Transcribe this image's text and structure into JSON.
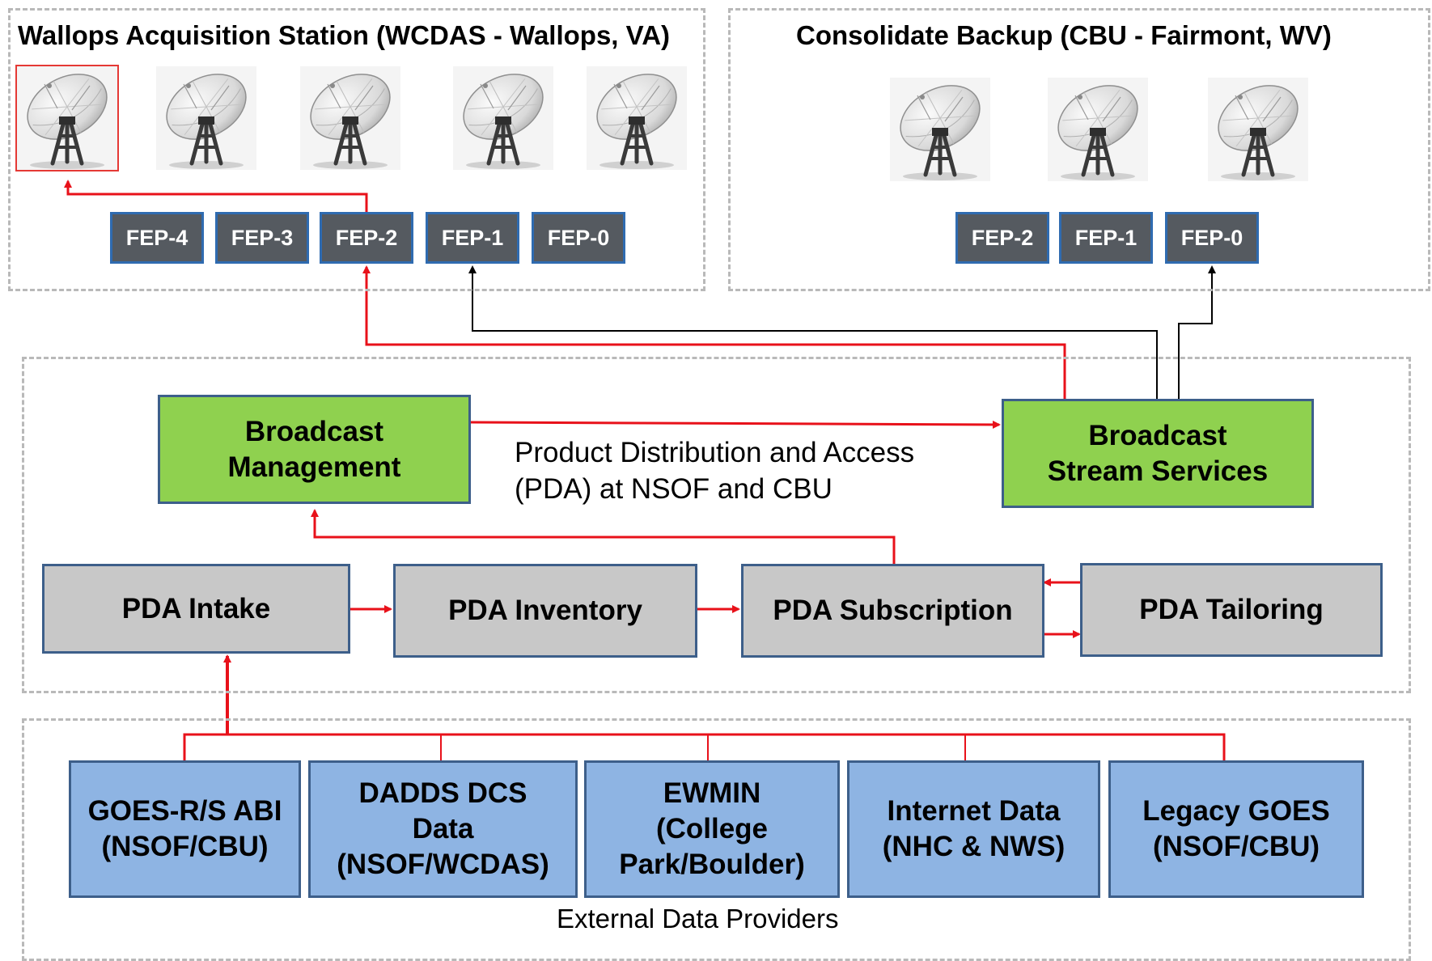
{
  "regions": {
    "wcdas": {
      "title": "Wallops Acquisition Station (WCDAS - Wallops, VA)",
      "feps": [
        "FEP-4",
        "FEP-3",
        "FEP-2",
        "FEP-1",
        "FEP-0"
      ]
    },
    "cbu": {
      "title": "Consolidate Backup (CBU - Fairmont, WV)",
      "feps": [
        "FEP-2",
        "FEP-1",
        "FEP-0"
      ]
    }
  },
  "pda": {
    "label": "Product Distribution and Access\n(PDA) at NSOF and CBU",
    "broadcast_management": "Broadcast\nManagement",
    "broadcast_stream_services": "Broadcast\nStream Services",
    "intake": "PDA Intake",
    "inventory": "PDA Inventory",
    "subscription": "PDA Subscription",
    "tailoring": "PDA Tailoring"
  },
  "external": {
    "label": "External Data Providers",
    "providers": [
      "GOES-R/S ABI\n(NSOF/CBU)",
      "DADDS DCS\nData\n(NSOF/WCDAS)",
      "EWMIN\n(College\nPark/Boulder)",
      "Internet Data\n(NHC & NWS)",
      "Legacy GOES\n(NSOF/CBU)"
    ]
  },
  "colors": {
    "flow_red": "#e8111a",
    "flow_black": "#000000",
    "management_green": "#8fd14f",
    "pda_gray": "#c8c8c8",
    "provider_blue": "#8eb4e3",
    "fep_dark": "#555a60"
  },
  "icons": {
    "dish": "satellite-dish-icon"
  }
}
